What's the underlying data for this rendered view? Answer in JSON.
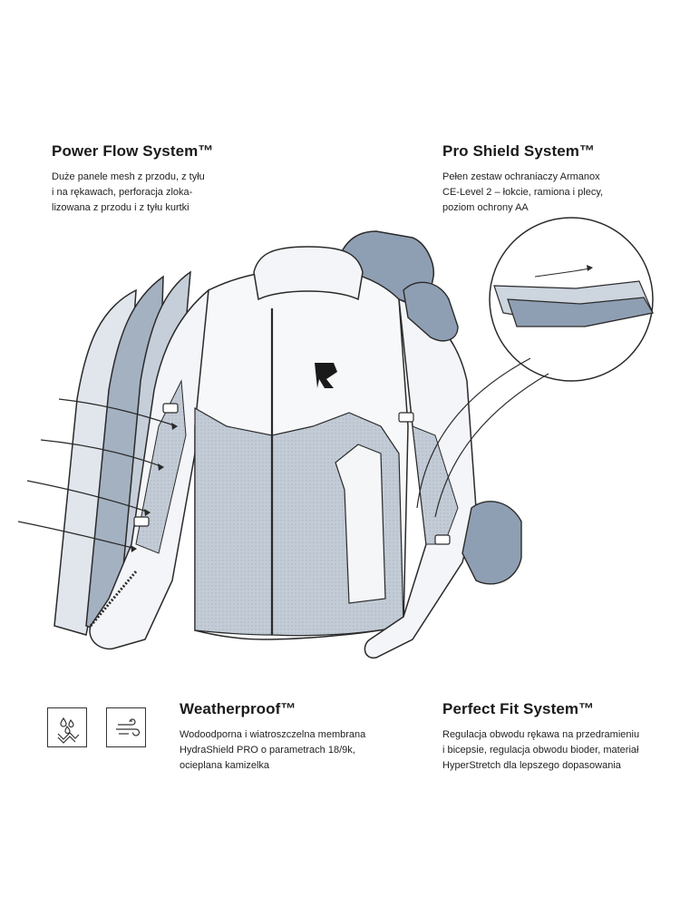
{
  "features": {
    "power_flow": {
      "title": "Power Flow System™",
      "lines": [
        "Duże panele mesh z przodu, z tyłu",
        "i na rękawach, perforacja zloka-",
        "lizowana z przodu i z tyłu kurtki"
      ]
    },
    "pro_shield": {
      "title": "Pro Shield System™",
      "lines": [
        "Pełen zestaw ochraniaczy Armanox",
        "CE-Level 2 – łokcie, ramiona i plecy,",
        "poziom ochrony AA"
      ]
    },
    "weatherproof": {
      "title": "Weatherproof™",
      "lines": [
        "Wodoodporna i wiatroszczelna membrana",
        "HydraShield PRO o parametrach 18/9k,",
        "ocieplana kamizelka"
      ]
    },
    "perfect_fit": {
      "title": "Perfect Fit System™",
      "lines": [
        "Regulacja obwodu rękawa na przedramieniu",
        "i bicepsie, regulacja obwodu bioder, materiał",
        "HyperStretch dla lepszego dopasowania"
      ]
    }
  },
  "icons": {
    "waterproof": "waterproof-icon",
    "windproof": "windproof-icon"
  },
  "colors": {
    "panel_blue": "#8f9fb3",
    "panel_light": "#cdd5df",
    "mesh_grey": "#bcc6d1",
    "outline": "#2a2a2a"
  }
}
